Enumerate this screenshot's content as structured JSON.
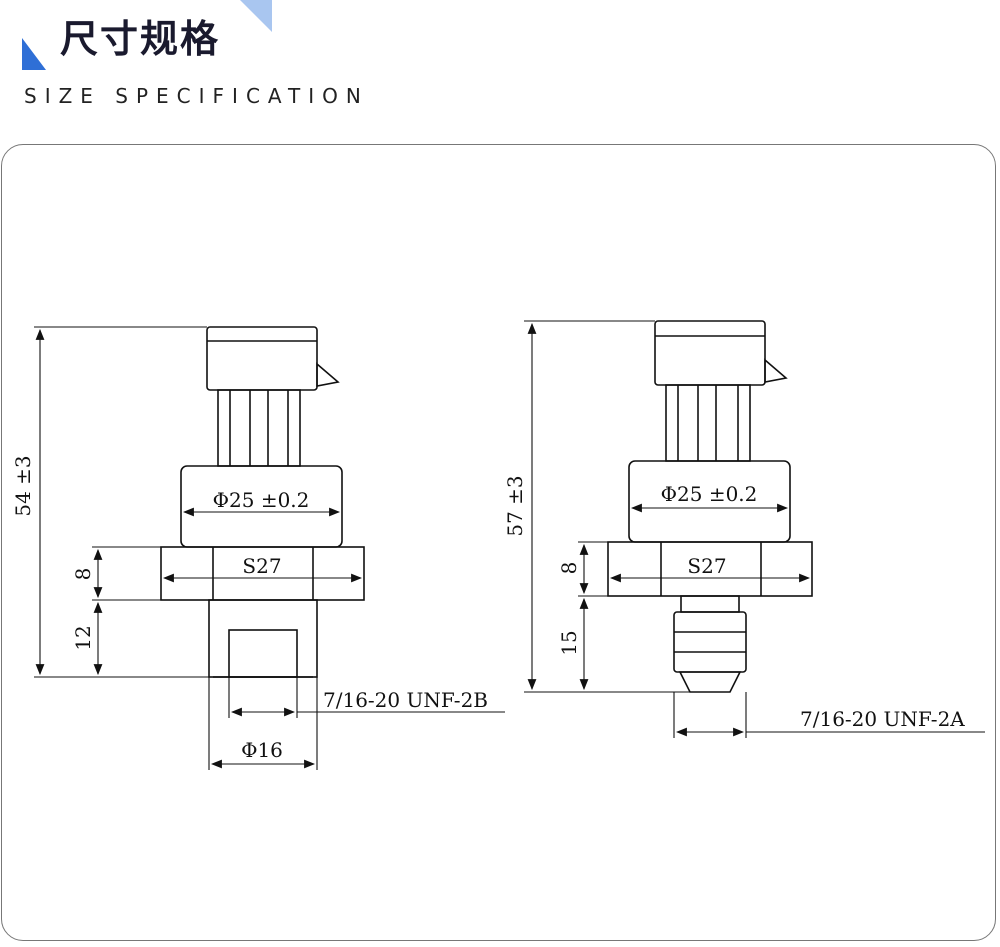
{
  "header": {
    "title_cn": "尺寸规格",
    "title_en": "SIZE SPECIFICATION",
    "accent_color": "#2f6fd6",
    "accent_light": "#a9c6f0"
  },
  "left_sensor": {
    "overall_height": "54 ±3",
    "body_diameter": "Φ25 ±0.2",
    "hex_size": "S27",
    "hex_height": "8",
    "port_length": "12",
    "thread": "7/16-20 UNF-2B",
    "port_diameter": "Φ16"
  },
  "right_sensor": {
    "overall_height": "57 ±3",
    "body_diameter": "Φ25 ±0.2",
    "hex_size": "S27",
    "hex_height": "8",
    "port_length": "15",
    "thread": "7/16-20 UNF-2A"
  }
}
